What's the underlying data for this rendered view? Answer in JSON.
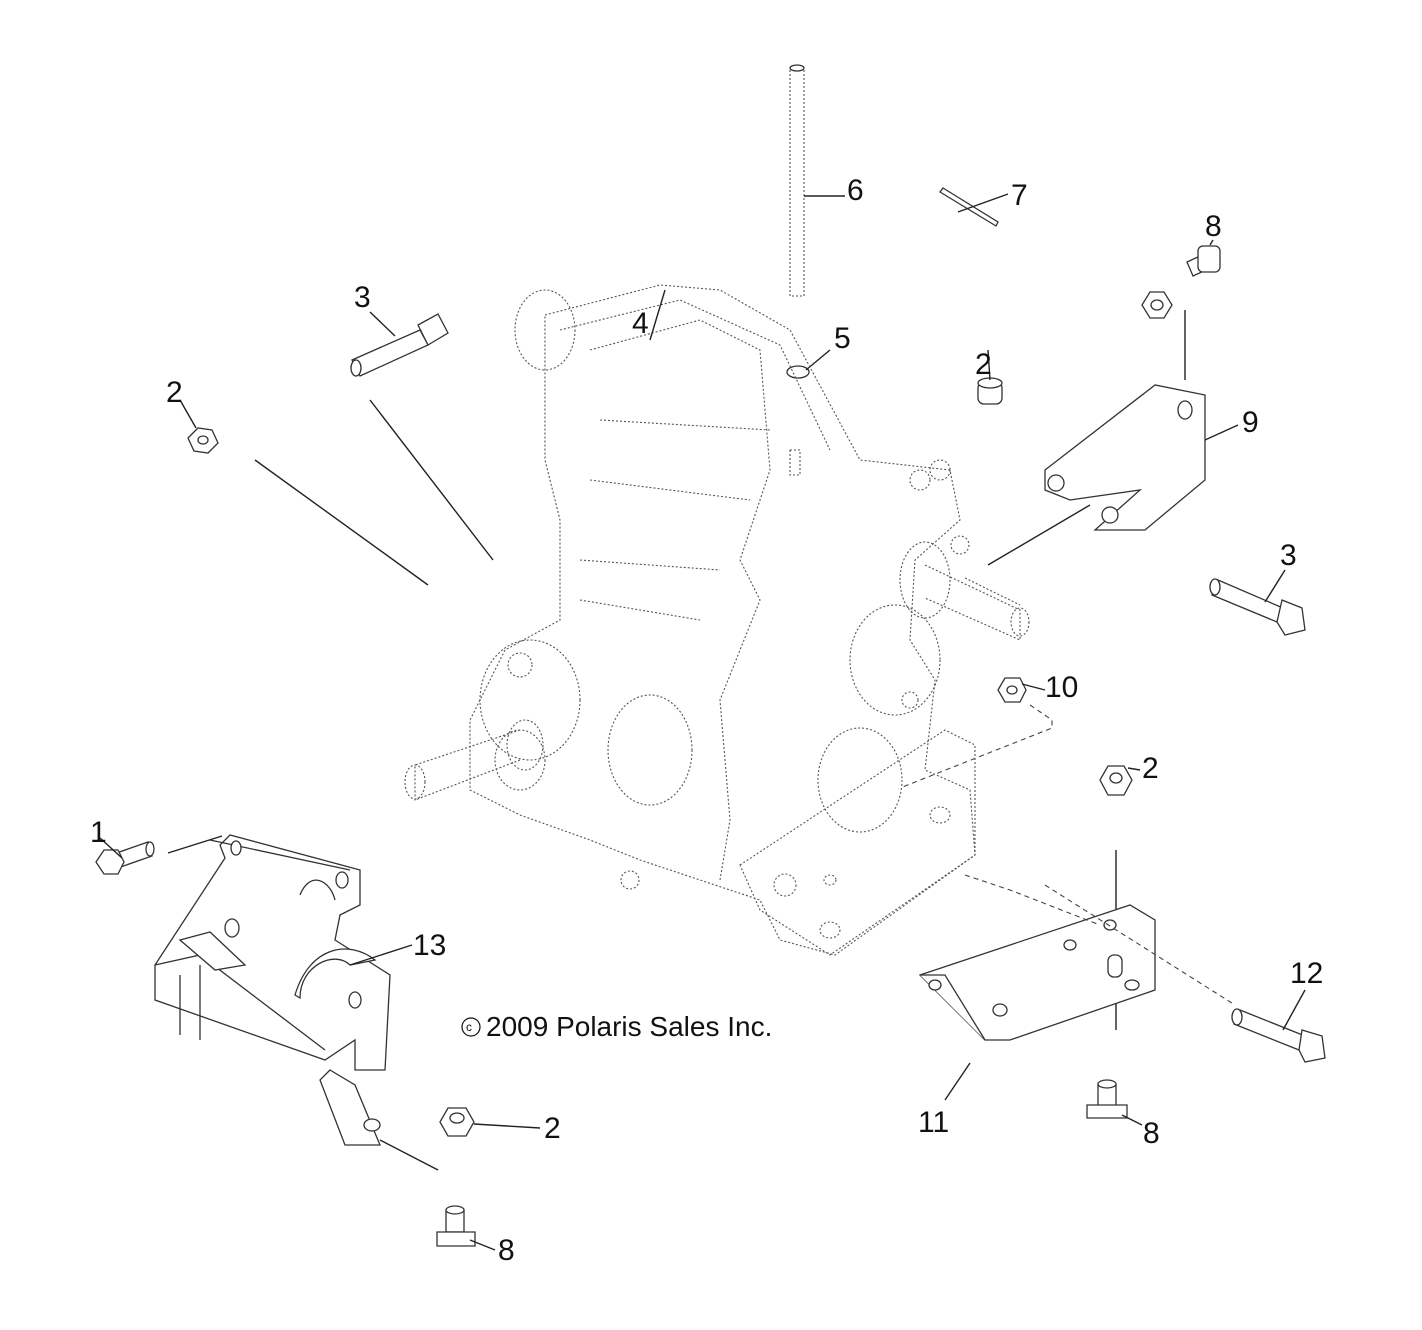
{
  "diagram": {
    "copyright": "2009 Polaris Sales Inc.",
    "copyright_symbol": "c",
    "callouts": [
      {
        "id": "c1",
        "text": "1"
      },
      {
        "id": "c2a",
        "text": "2"
      },
      {
        "id": "c2b",
        "text": "2"
      },
      {
        "id": "c2c",
        "text": "2"
      },
      {
        "id": "c2d",
        "text": "2"
      },
      {
        "id": "c3a",
        "text": "3"
      },
      {
        "id": "c3b",
        "text": "3"
      },
      {
        "id": "c4",
        "text": "4"
      },
      {
        "id": "c5",
        "text": "5"
      },
      {
        "id": "c6",
        "text": "6"
      },
      {
        "id": "c7",
        "text": "7"
      },
      {
        "id": "c8a",
        "text": "8"
      },
      {
        "id": "c8b",
        "text": "8"
      },
      {
        "id": "c8c",
        "text": "8"
      },
      {
        "id": "c9",
        "text": "9"
      },
      {
        "id": "c10",
        "text": "10"
      },
      {
        "id": "c11",
        "text": "11"
      },
      {
        "id": "c12",
        "text": "12"
      },
      {
        "id": "c13",
        "text": "13"
      }
    ]
  }
}
